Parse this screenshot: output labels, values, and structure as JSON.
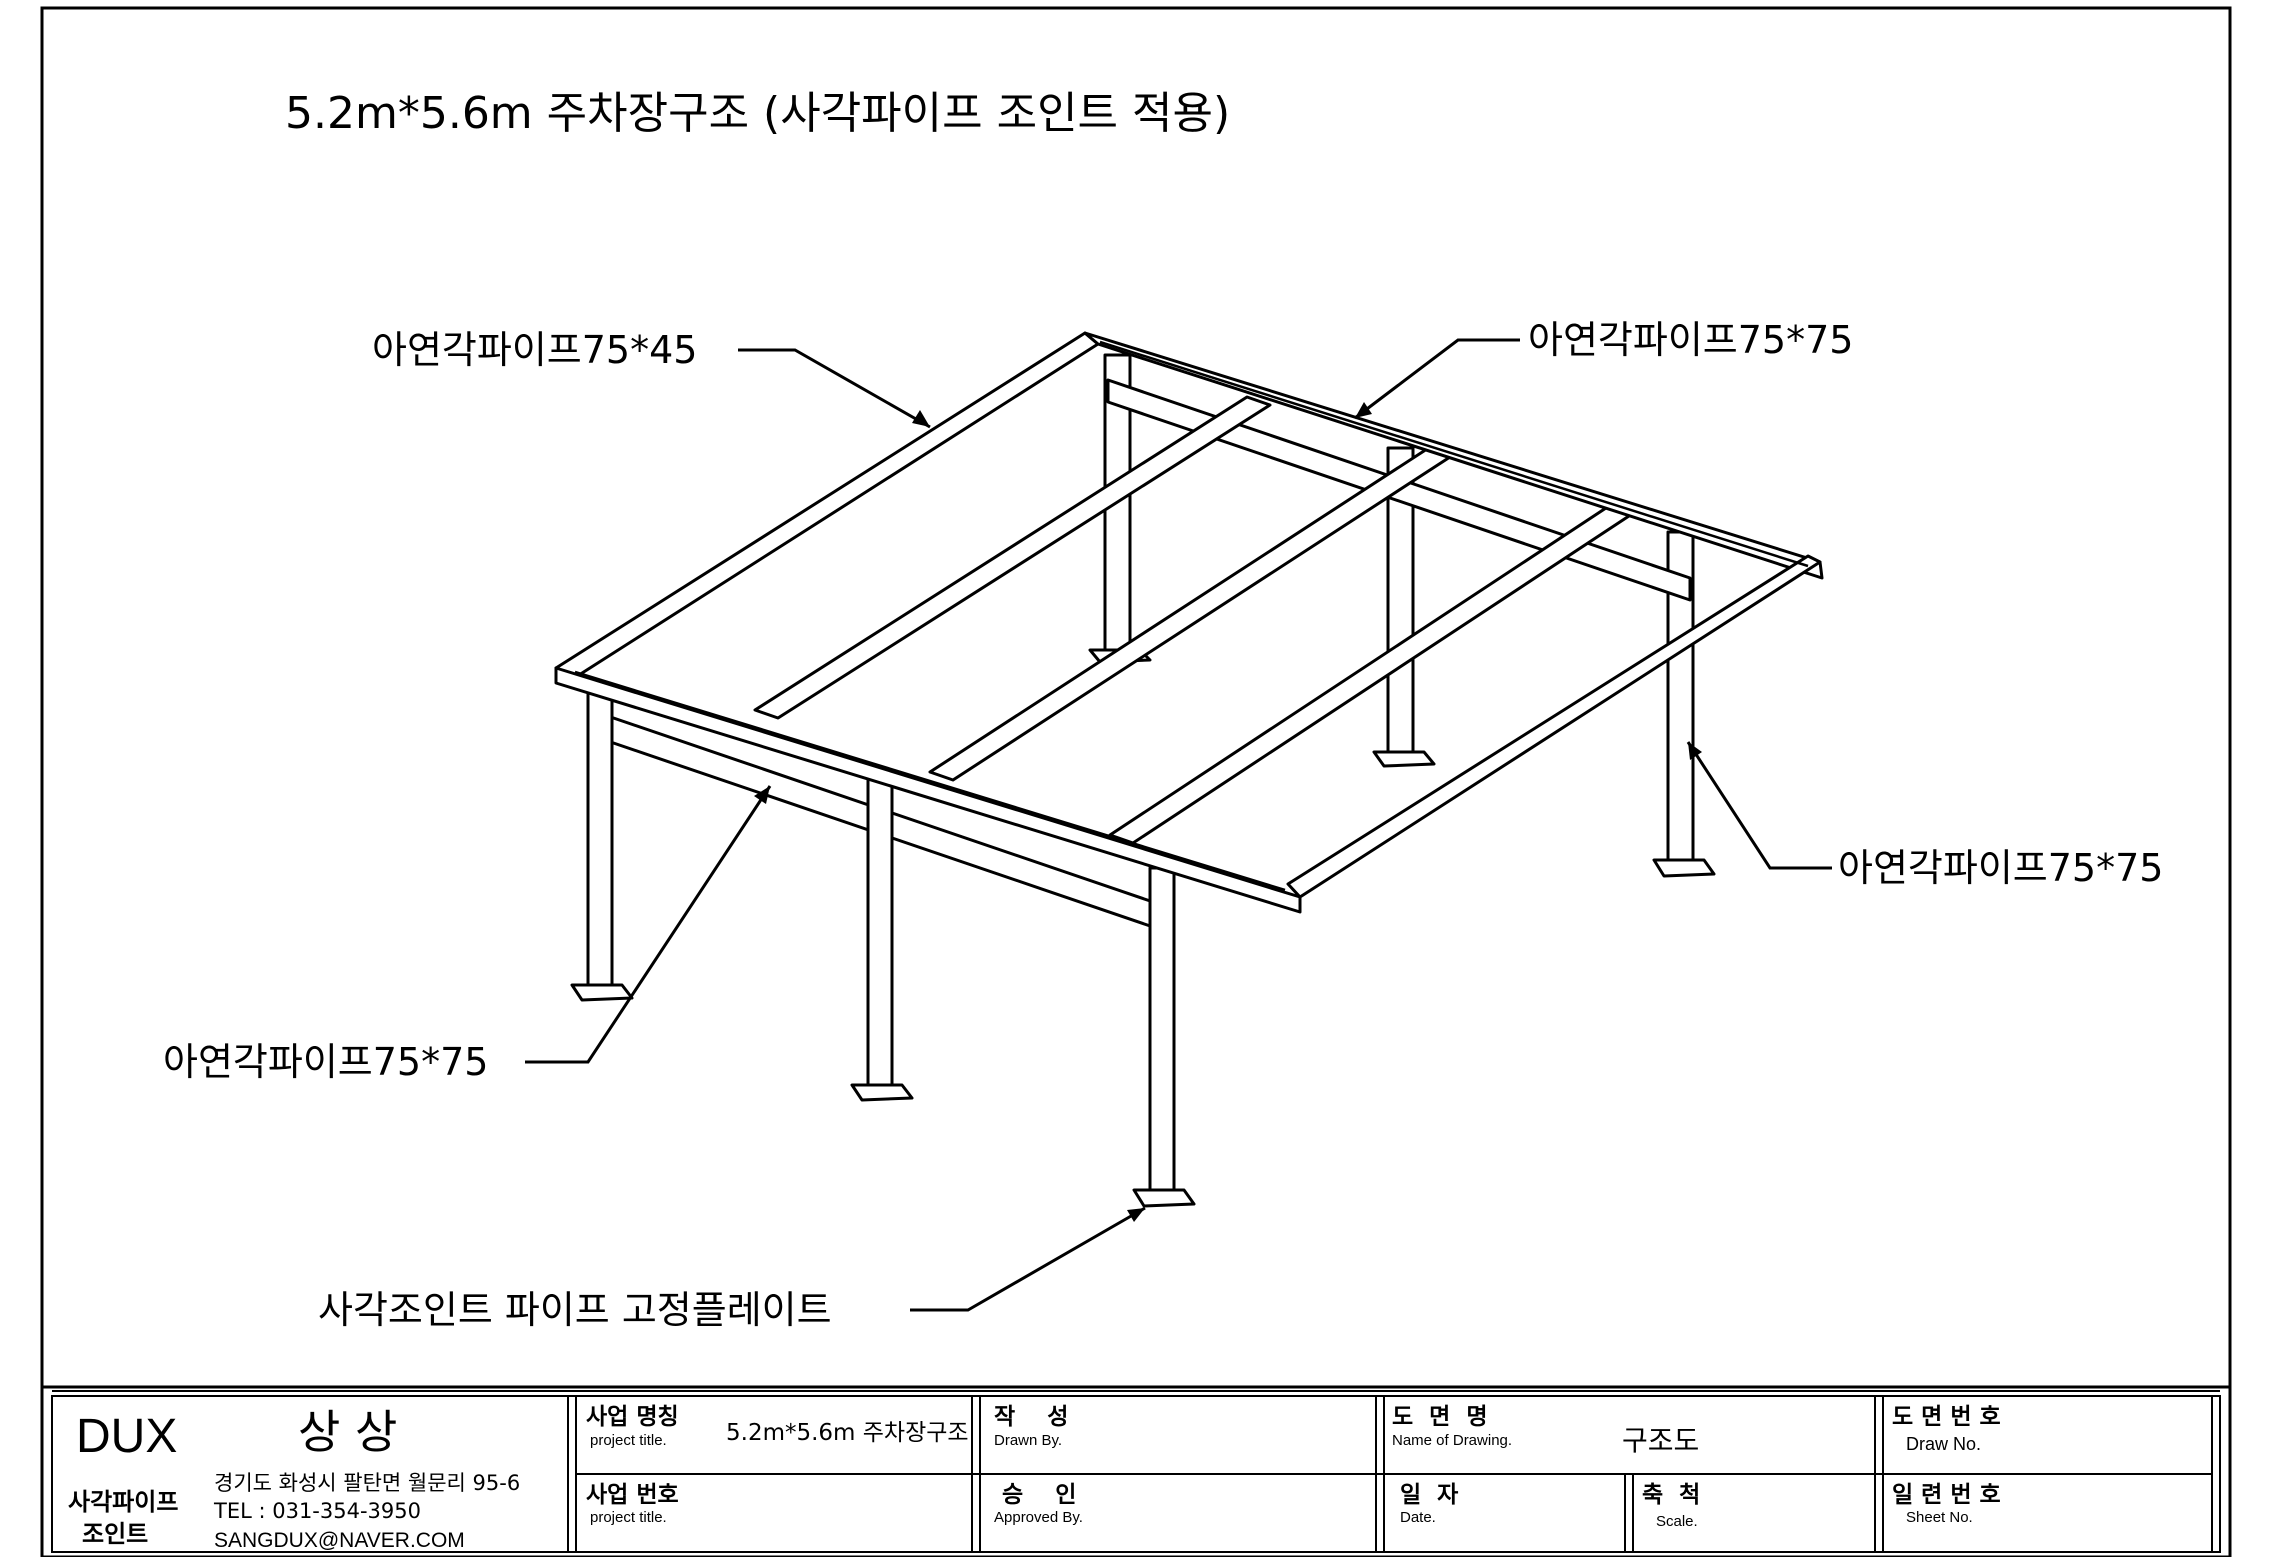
{
  "drawing_title": "5.2m*5.6m 주차장구조 (사각파이프 조인트 적용)",
  "callouts": {
    "top_left": "아연각파이프75*45",
    "top_right": "아연각파이프75*75",
    "right": "아연각파이프75*75",
    "left": "아연각파이프75*75",
    "bottom": "사각조인트 파이프 고정플레이트"
  },
  "title_block": {
    "company": {
      "brand": "DUX",
      "name": "상 상",
      "subtitle_line1": "사각파이프",
      "subtitle_line2": "조인트",
      "address": "경기도 화성시 팔탄면 월문리 95-6",
      "tel": "TEL : 031-354-3950",
      "email": "SANGDUX@NAVER.COM"
    },
    "project_name": {
      "label_ko": "사업 명칭",
      "label_en": "project title.",
      "value": "5.2m*5.6m 주차장구조"
    },
    "drawn_by": {
      "label_ko": "작    성",
      "label_en": "Drawn By."
    },
    "drawing_name": {
      "label_ko": "도  면  명",
      "label_en": "Name of Drawing.",
      "value": "구조도"
    },
    "drawing_no": {
      "label_ko": "도 면 번 호",
      "label_en": "Draw No."
    },
    "project_no": {
      "label_ko": "사업 번호",
      "label_en": "project title."
    },
    "approved_by": {
      "label_ko": "승    인",
      "label_en": "Approved By."
    },
    "date": {
      "label_ko": "일  자",
      "label_en": "Date."
    },
    "scale": {
      "label_ko": "축  척",
      "label_en": "Scale."
    },
    "sheet_no": {
      "label_ko": "일 련 번 호",
      "label_en": "Sheet No."
    }
  }
}
